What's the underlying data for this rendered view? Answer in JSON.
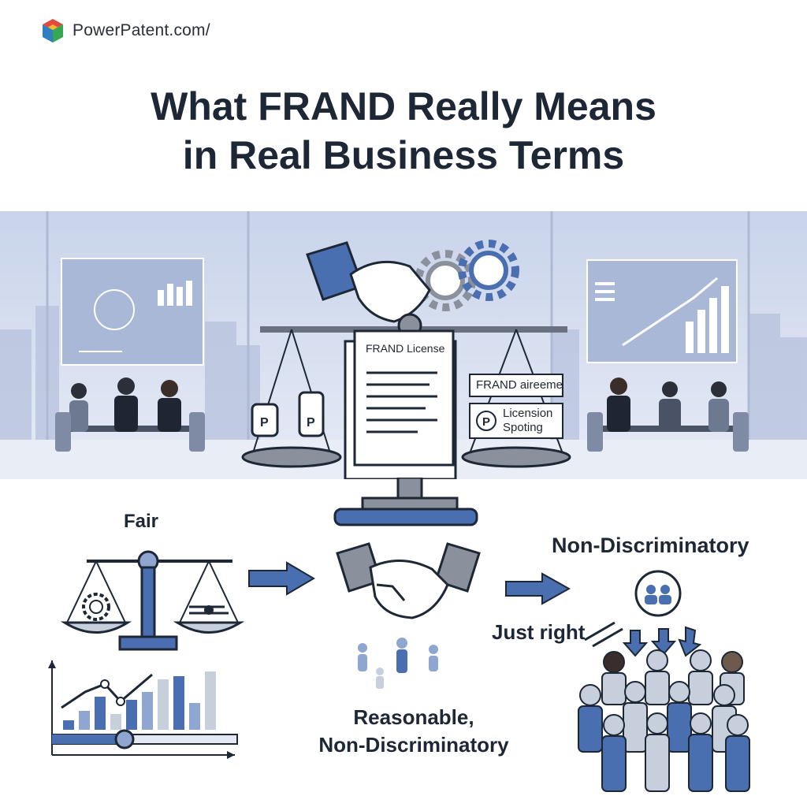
{
  "brand": {
    "name": "PowerPatent.com/",
    "logo_icon": "cube-logo-icon"
  },
  "title": {
    "line1": "What FRAND Really Means",
    "line2": "in Real Business Terms"
  },
  "banner": {
    "document_title": "FRAND License",
    "card_agreement": "FRAND aireeme",
    "card_licensing_line1": "Licension",
    "card_licensing_line2": "Spoting",
    "license_badge": "P"
  },
  "sections": {
    "fair": "Fair",
    "non_discriminatory": "Non-Discriminatory",
    "just_right": "Just right",
    "reasonable_line1": "Reasonable,",
    "reasonable_line2": "Non-Discriminatory"
  },
  "colors": {
    "navy": "#1d2735",
    "accent_blue": "#4a6fb0",
    "light_blue": "#8fa6d0",
    "gray": "#9aa1ab",
    "banner_bg": "#d6deef"
  },
  "icons": [
    "handshake-icon",
    "gears-icon",
    "balance-scale-icon",
    "document-icon",
    "bar-chart-icon",
    "arrow-right-icon",
    "users-icon",
    "people-group-icon"
  ]
}
